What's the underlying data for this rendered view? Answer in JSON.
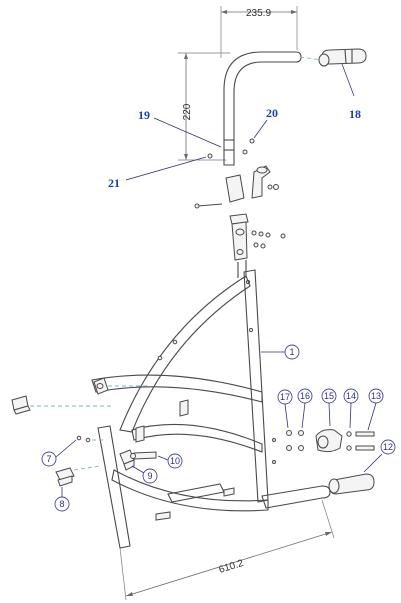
{
  "dimensions": {
    "handle_width": "235.9",
    "handle_height": "220",
    "frame_length": "610.2"
  },
  "bold_labels": {
    "handlebar": "18",
    "upper_tube": "19",
    "bolt_upper": "20",
    "nut_upper": "21"
  },
  "balloons": {
    "frame": "1",
    "footrest_right": "12",
    "bolt_13": "13",
    "washer_14": "14",
    "clamp_15": "15",
    "washer_16": "16",
    "nut_17": "17",
    "hook_7": "7",
    "clip_8": "8",
    "clip_9": "9",
    "bolt_10": "10"
  },
  "colors": {
    "line": "#4a4a4a",
    "label_blue": "#1f3fa8",
    "dash_cyan": "#7fb6c9"
  }
}
